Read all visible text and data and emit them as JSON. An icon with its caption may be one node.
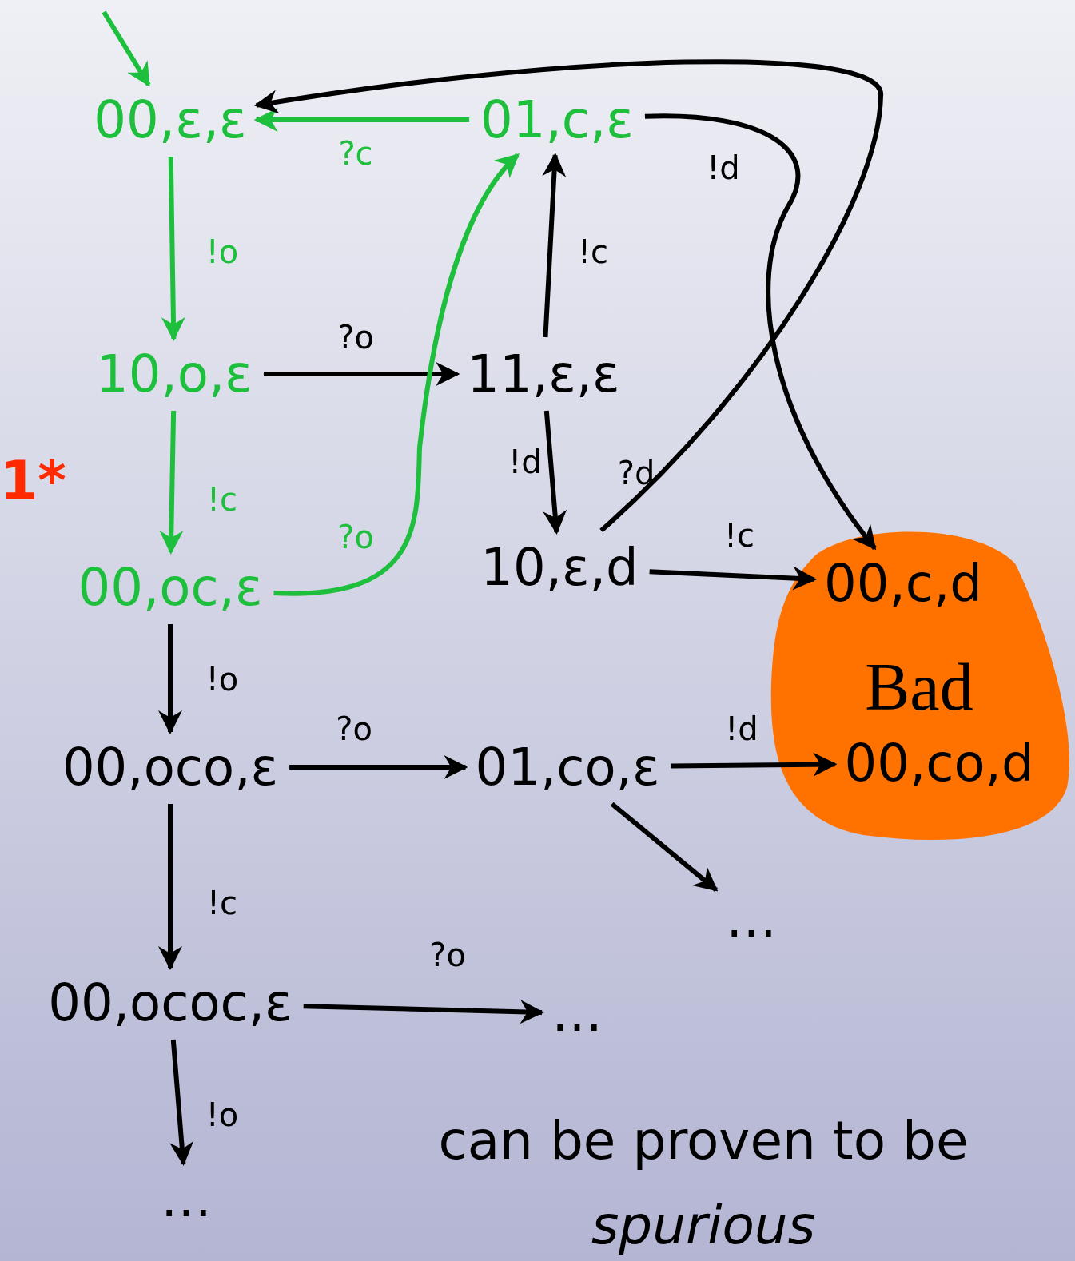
{
  "diagram": {
    "nodes": [
      {
        "text": [
          "00,ε,ε"
        ]
      },
      {
        "text": [
          "01,c,ε"
        ]
      },
      {
        "text": [
          "10,o,ε"
        ]
      },
      {
        "text": [
          "11,ε,ε"
        ]
      },
      {
        "text": [
          "00,oc,ε"
        ]
      },
      {
        "text": [
          "10,ε,d"
        ]
      },
      {
        "text": [
          "Bad"
        ]
      },
      {
        "text": [
          "00,c,d"
        ],
        "in": 6
      },
      {
        "text": [
          "00,co,d"
        ],
        "in": 6
      },
      {
        "text": [
          "00,oco,ε"
        ]
      },
      {
        "text": [
          "01,co,ε"
        ]
      },
      {
        "text": [
          "…"
        ]
      },
      {
        "text": [
          "00,ococ,ε"
        ]
      },
      {
        "text": [
          "…"
        ]
      },
      {
        "text": [
          "…"
        ]
      }
    ],
    "edges": [
      {
        "from": null,
        "to": 0,
        "arrow": "to",
        "color": "#1dbf3c"
      },
      {
        "from": 1,
        "to": 0,
        "arrow": "to",
        "label": "?c",
        "color": "#1dbf3c"
      },
      {
        "from": 0,
        "to": 2,
        "arrow": "to",
        "label": "!o",
        "color": "#1dbf3c"
      },
      {
        "from": 2,
        "to": 3,
        "arrow": "to",
        "label": "?o"
      },
      {
        "from": 2,
        "to": 4,
        "arrow": "to",
        "label": "!c",
        "color": "#1dbf3c"
      },
      {
        "from": 4,
        "to": 1,
        "arrow": "to",
        "label": "?o",
        "color": "#1dbf3c"
      },
      {
        "from": 3,
        "to": 1,
        "arrow": "to",
        "label": "!c"
      },
      {
        "from": 3,
        "to": 5,
        "arrow": "to",
        "label": "!d"
      },
      {
        "from": 5,
        "to": 0,
        "arrow": "to",
        "label": "?d"
      },
      {
        "from": 1,
        "to": 7,
        "arrow": "to",
        "label": "!d"
      },
      {
        "from": 5,
        "to": 7,
        "arrow": "to",
        "label": "!c"
      },
      {
        "from": 4,
        "to": 9,
        "arrow": "to",
        "label": "!o"
      },
      {
        "from": 9,
        "to": 10,
        "arrow": "to",
        "label": "?o"
      },
      {
        "from": 10,
        "to": 8,
        "arrow": "to",
        "label": "!d"
      },
      {
        "from": 10,
        "to": 11,
        "arrow": "to"
      },
      {
        "from": 9,
        "to": 12,
        "arrow": "to",
        "label": "!c"
      },
      {
        "from": 12,
        "to": 13,
        "arrow": "to",
        "label": "?o"
      },
      {
        "from": 12,
        "to": 14,
        "arrow": "to",
        "label": "!o"
      }
    ],
    "labels": [
      "1*",
      "can be proven to be *spurious*"
    ]
  }
}
